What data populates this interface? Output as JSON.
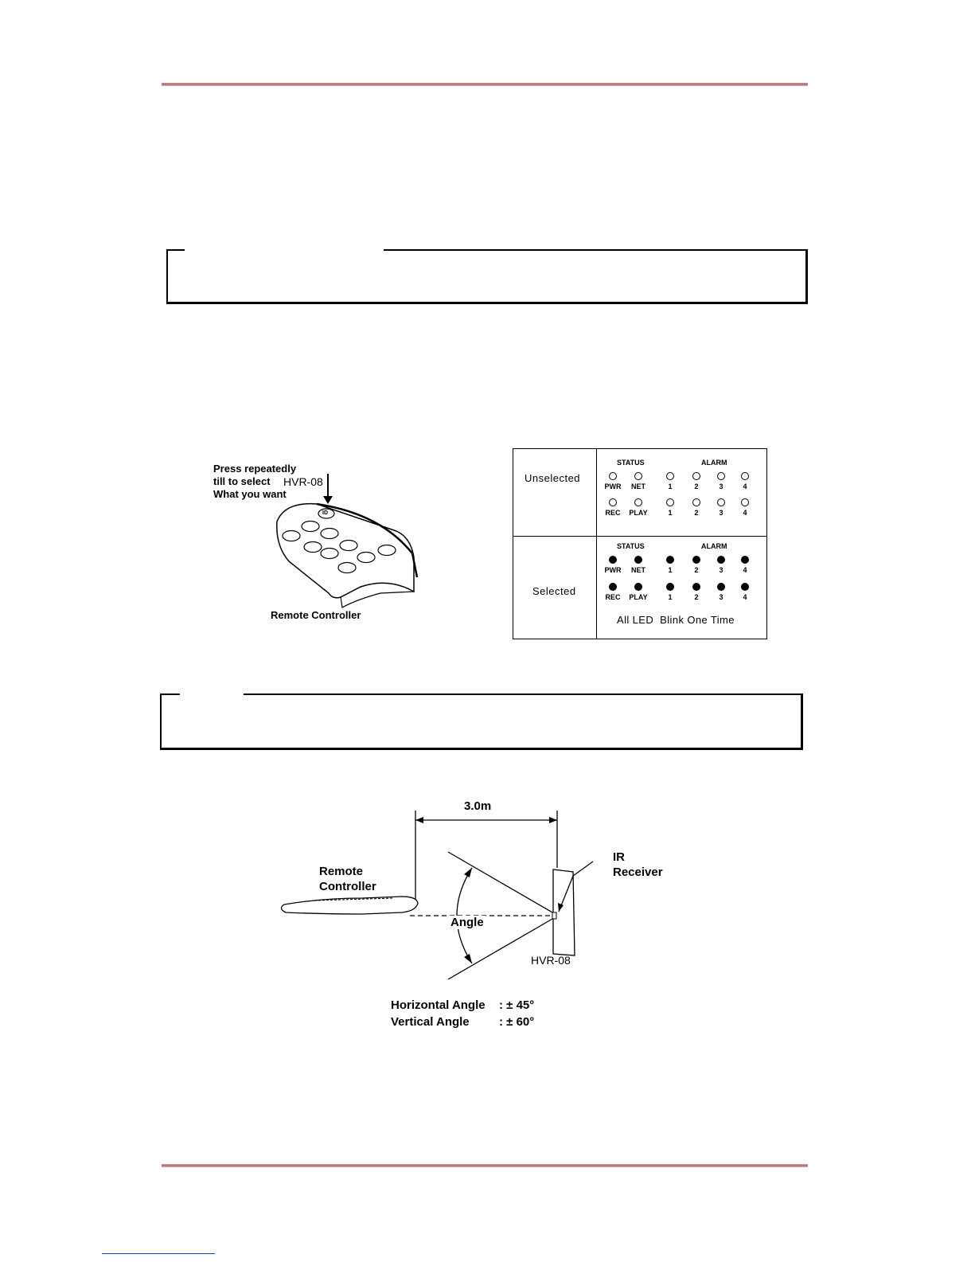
{
  "remote_figure": {
    "press_text_1": "Press repeatedly",
    "press_text_2": "till to select",
    "press_text_3": "What you want",
    "model_label": "HVR-08",
    "id_button": "ID",
    "caption": "Remote Controller"
  },
  "led_table": {
    "rows": [
      {
        "label": "Unselected",
        "state": "off"
      },
      {
        "label": "Selected",
        "state": "on"
      }
    ],
    "status_header": "STATUS",
    "alarm_header": "ALARM",
    "status_leds_row1": [
      "PWR",
      "NET"
    ],
    "status_leds_row2": [
      "REC",
      "PLAY"
    ],
    "alarm_leds": [
      "1",
      "2",
      "3",
      "4"
    ],
    "note": "All LED  Blink One Time"
  },
  "range_figure": {
    "distance": "3.0m",
    "remote_label_1": "Remote",
    "remote_label_2": "Controller",
    "angle_label": "Angle",
    "receiver_label_1": "IR",
    "receiver_label_2": "Receiver",
    "device_label": "HVR-08",
    "horizontal_label": "Horizontal Angle",
    "horizontal_value": ": ± 45°",
    "vertical_label": "Vertical Angle",
    "vertical_value": ": ± 60°"
  }
}
